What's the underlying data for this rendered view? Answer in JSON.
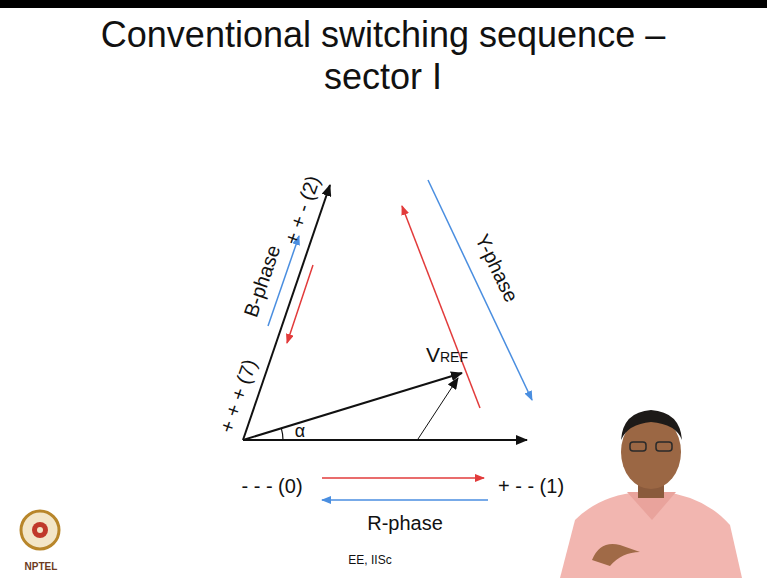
{
  "diagram": {
    "title": "Conventional switching sequence – sector I",
    "labels": [
      "- - - (0)",
      "+ - - (1)",
      "+ + - (2)",
      "+ + + (7)",
      "VREF",
      "α",
      "B-phase",
      "Y-phase",
      "R-phase",
      "EE, IISc",
      "NPTEL"
    ]
  }
}
